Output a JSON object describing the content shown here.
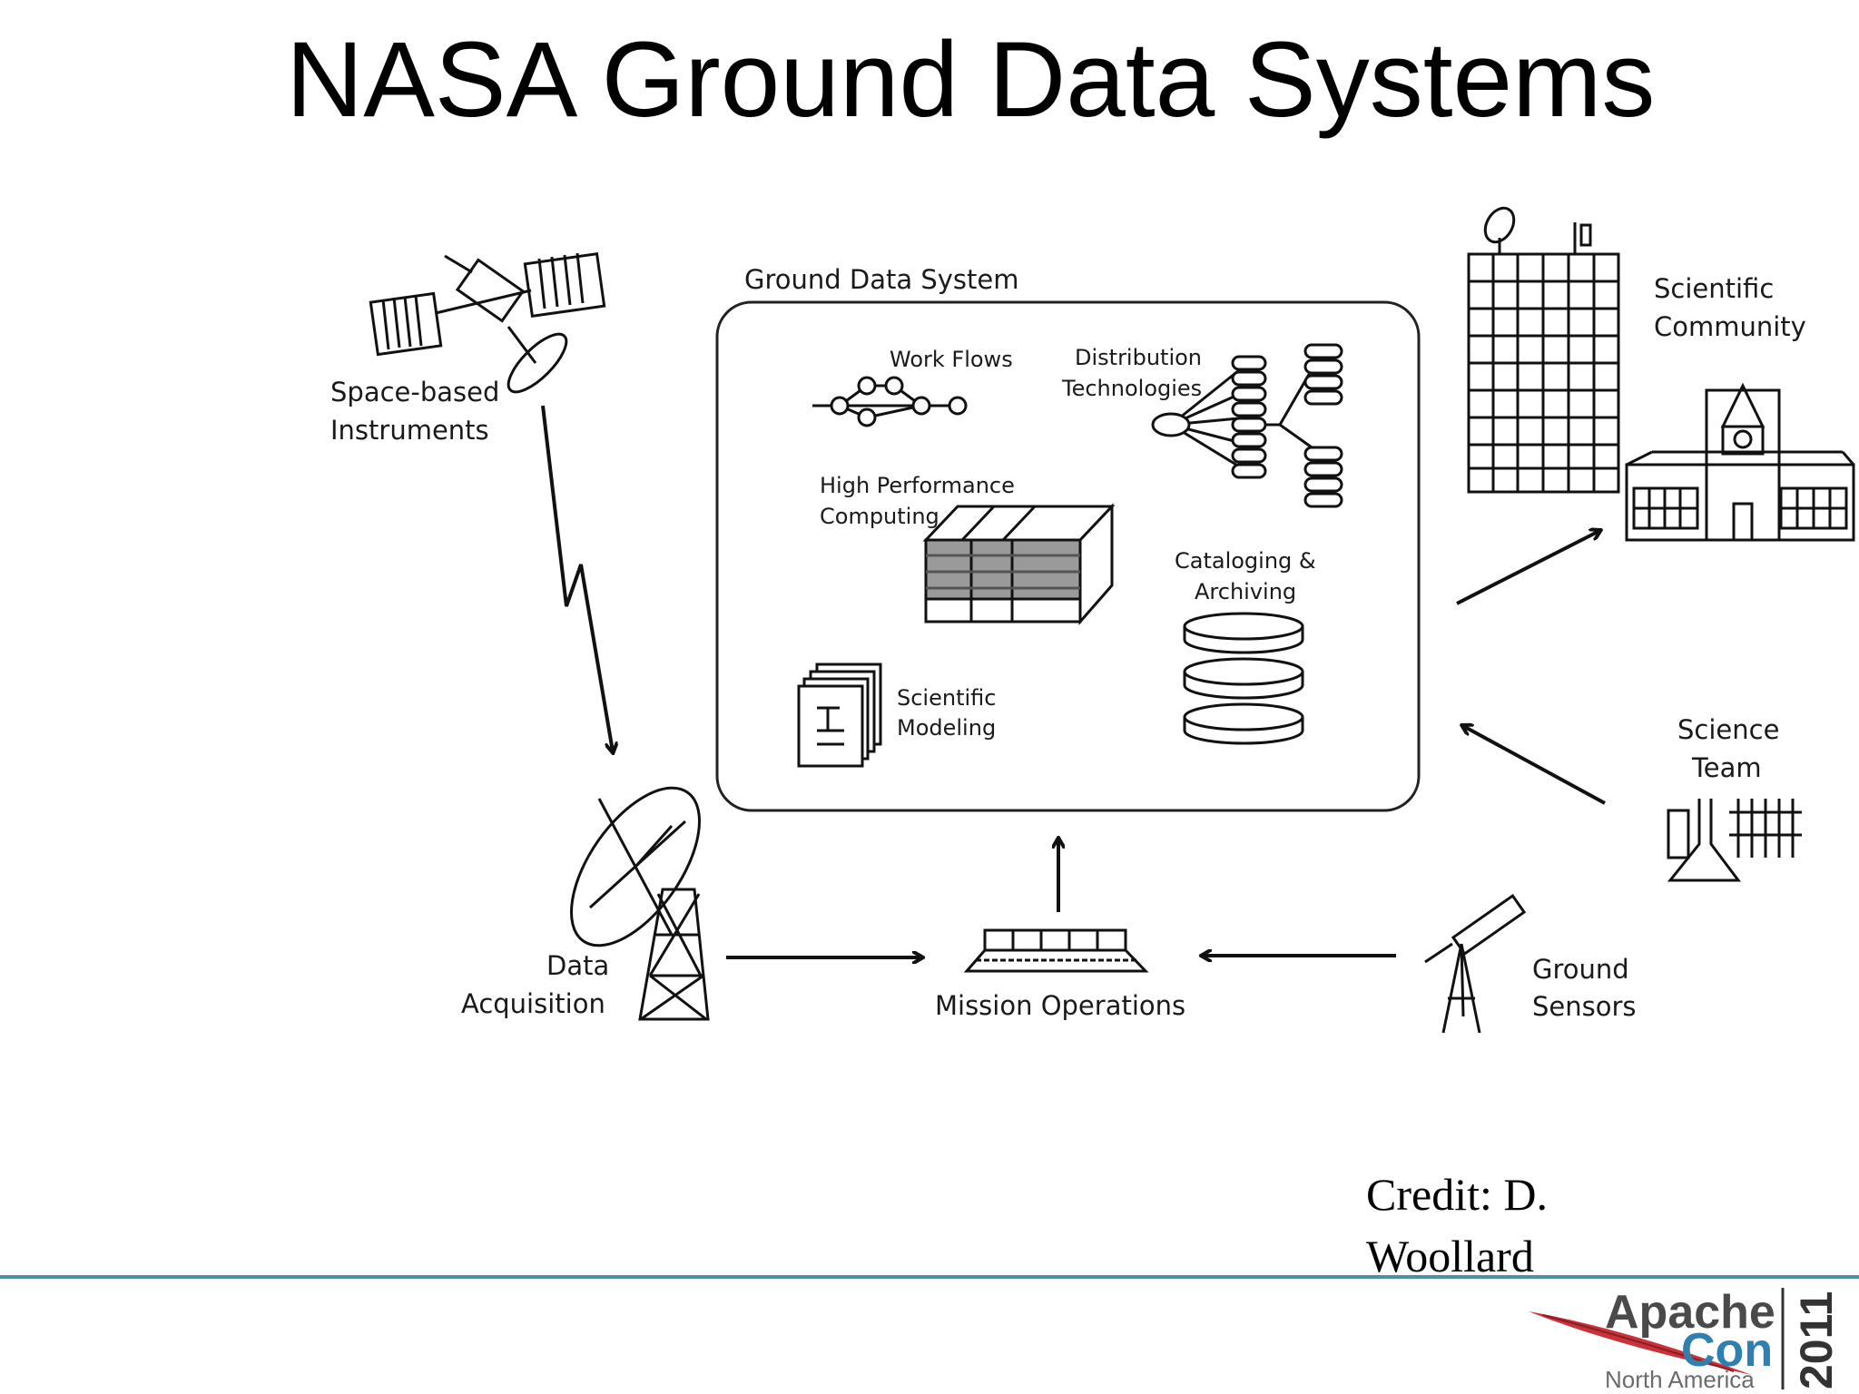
{
  "slide": {
    "title": "NASA Ground Data Systems",
    "credit_line1": "Credit: D.",
    "credit_line2": "Woollard"
  },
  "diagram": {
    "system_title": "Ground Data System",
    "nodes": {
      "space_instruments": [
        "Space-based",
        "Instruments"
      ],
      "data_acquisition": [
        "Data",
        "Acquisition"
      ],
      "mission_operations": "Mission Operations",
      "ground_sensors": [
        "Ground",
        "Sensors"
      ],
      "science_team": [
        "Science",
        "Team"
      ],
      "scientific_community": [
        "Scientific",
        "Community"
      ]
    },
    "components": {
      "work_flows": "Work Flows",
      "distribution": [
        "Distribution",
        "Technologies"
      ],
      "hpc": [
        "High Performance",
        "Computing"
      ],
      "cataloging": [
        "Cataloging &",
        "Archiving"
      ],
      "modeling": [
        "Scientific",
        "Modeling"
      ]
    }
  },
  "logo": {
    "apache": "Apache",
    "con": "Con",
    "region": "North America",
    "year": "2011"
  }
}
